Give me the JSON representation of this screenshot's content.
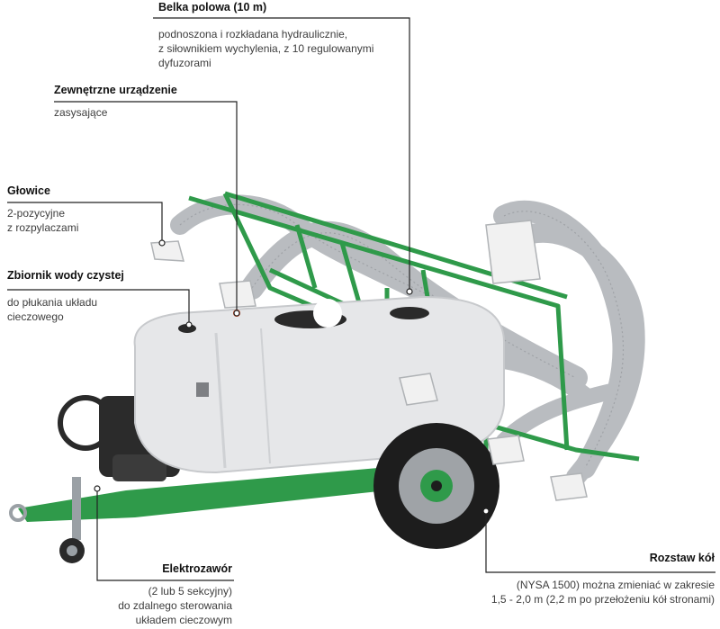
{
  "callouts": {
    "boom": {
      "title": "Belka polowa (10 m)",
      "lines": [
        "podnoszona  i rozkładana hydraulicznie,",
        "z siłownikiem wychylenia, z 10 regulowanymi",
        "dyfuzorami"
      ]
    },
    "suction": {
      "title": "Zewnętrzne urządzenie",
      "lines": [
        "zasysające"
      ]
    },
    "heads": {
      "title": "Głowice",
      "lines": [
        "2-pozycyjne",
        "z rozpylaczami"
      ]
    },
    "water_tank": {
      "title": "Zbiornik wody czystej",
      "lines": [
        "do płukania układu",
        "cieczowego"
      ]
    },
    "valve": {
      "title": "Elektrozawór",
      "lines": [
        "(2 lub 5 sekcyjny)",
        "do zdalnego sterowania",
        "układem cieczowym"
      ]
    },
    "wheels": {
      "title": "Rozstaw kół",
      "lines": [
        "(NYSA 1500) można zmieniać w zakresie",
        "1,5 - 2,0 m (2,2 m po przełożeniu kół stronami)"
      ]
    }
  },
  "colors": {
    "frame_green": "#2f9a4a",
    "tank_grey": "#e6e7e9",
    "hose_grey": "#b9bcc0",
    "tire_black": "#1d1d1d",
    "leader_line": "#222222"
  }
}
